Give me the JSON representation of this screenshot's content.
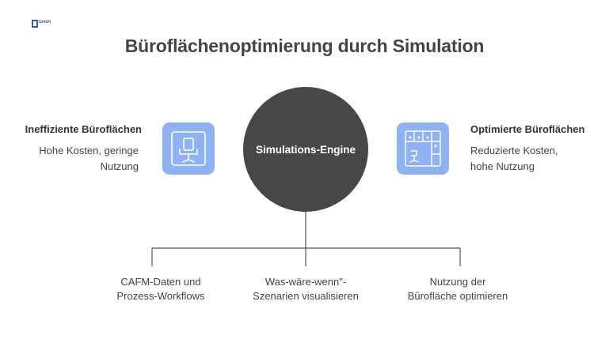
{
  "logo": {
    "text": "GmbH",
    "sub": ""
  },
  "title": "Büroflächenoptimierung durch Simulation",
  "center": {
    "label": "Simulations-Engine"
  },
  "left": {
    "title": "Ineffiziente Büroflächen",
    "line1": "Hohe Kosten, geringe",
    "line2": "Nutzung",
    "icon": "office-chair-icon"
  },
  "right": {
    "title": "Optimierte Büroflächen",
    "line1": "Reduzierte Kosten,",
    "line2": "hohe Nutzung",
    "icon": "floor-plan-icon"
  },
  "branches": [
    {
      "line1": "CAFM-Daten und",
      "line2": "Prozess-Workflows"
    },
    {
      "line1": "Was-wäre-wenn\"-",
      "line2": "Szenarien visualisieren"
    },
    {
      "line1": "Nutzung der",
      "line2": "Bürofläche optimieren"
    }
  ],
  "colors": {
    "circle": "#474747",
    "icon_box": "#8fb2f5",
    "icon_stroke": "#ffffff",
    "connector": "#555555"
  }
}
